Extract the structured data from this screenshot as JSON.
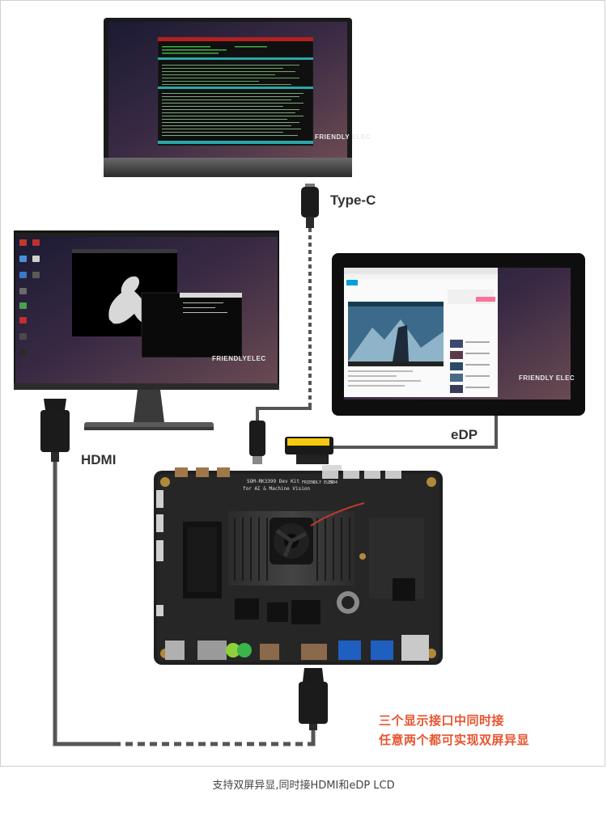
{
  "colors": {
    "accent": "#e8542f",
    "cable": "#555555",
    "screen_bg": "#2a2238",
    "board": "#1c1c1c"
  },
  "labels": {
    "type_c": "Type-C",
    "hdmi": "HDMI",
    "edp": "eDP"
  },
  "screens": {
    "brand": "FRIENDLYELEC",
    "brand_top": "FRIENDLY ELEC",
    "brand_edp": "FRIENDLY ELEC"
  },
  "board": {
    "title_line1": "SOM-RK3399 Dev Kit",
    "title_line2": "for AI & Machine Vision",
    "brand": "FRIENDLY ELEC",
    "year": "1904"
  },
  "note": {
    "line1": "三个显示接口中同时接",
    "line2": "任意两个都可实现双屏异显"
  },
  "caption": "支持双屏异显,同时接HDMI和eDP LCD"
}
